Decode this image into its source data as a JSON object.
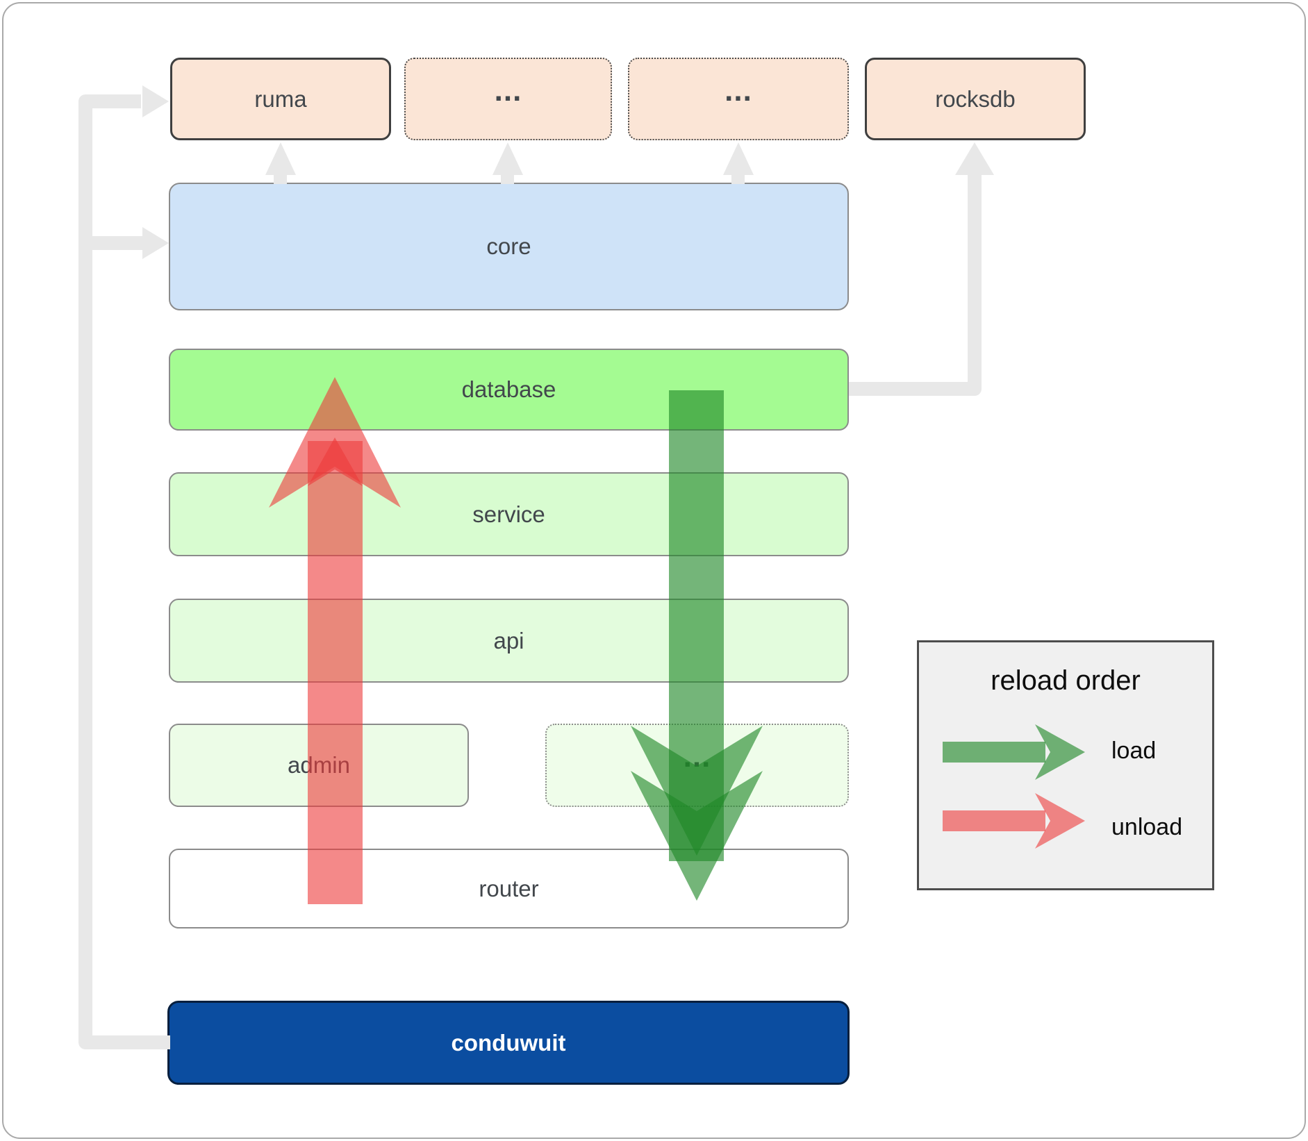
{
  "nodes": {
    "ruma": "ruma",
    "ellipsis1": "...",
    "ellipsis2": "...",
    "rocksdb": "rocksdb",
    "core": "core",
    "database": "database",
    "service": "service",
    "api": "api",
    "admin": "admin",
    "ellipsis3": "...",
    "router": "router",
    "conduwuit": "conduwuit"
  },
  "legend": {
    "title": "reload order",
    "items": [
      {
        "label": "load",
        "color": "#1e8726"
      },
      {
        "label": "unload",
        "color": "#ec3b3b"
      }
    ]
  },
  "colors": {
    "load_arrow": "#1e8726",
    "unload_arrow": "#ec3b3b",
    "connector_gray": "#e8e8e8",
    "node_fills": {
      "external": "#fbe5d6",
      "core": "#cfe3f8",
      "database": "#a4fb92",
      "service": "#d8fcd0",
      "api": "#e3fcdd",
      "admin": "#ecfce7",
      "router": "#ffffff",
      "conduwuit": "#0b4da0"
    }
  }
}
